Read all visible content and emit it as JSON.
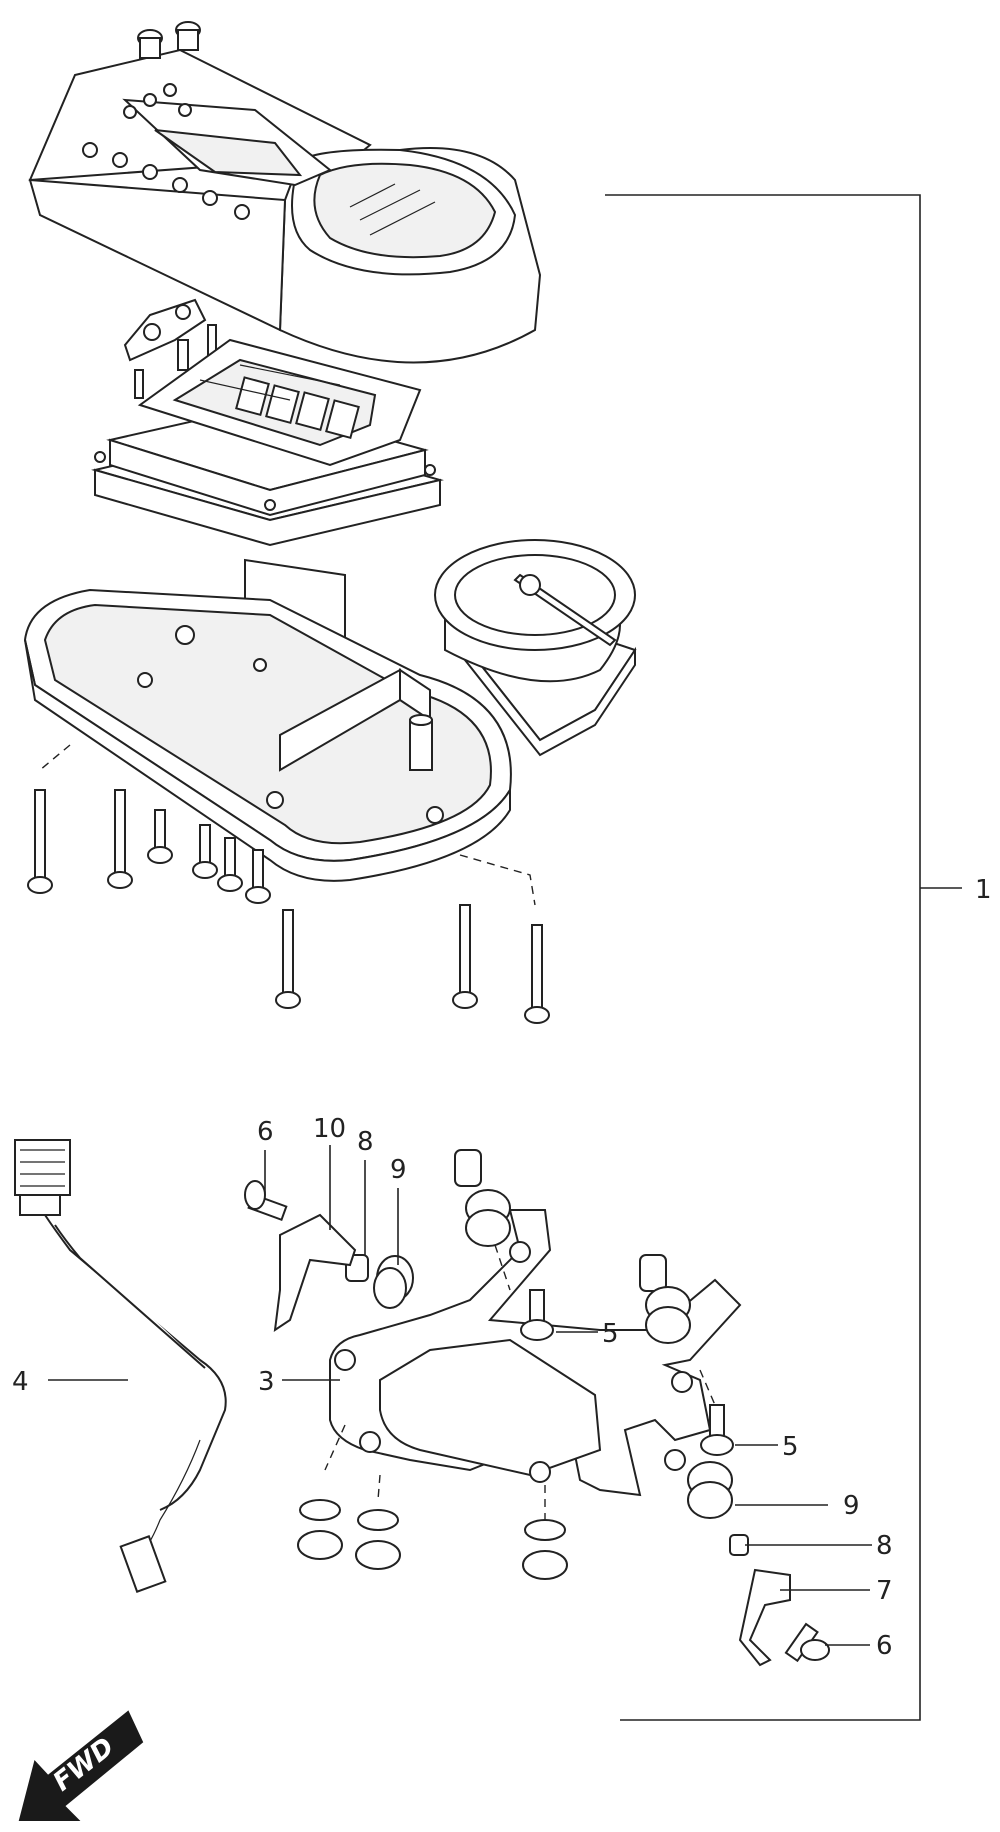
{
  "callouts": {
    "c1": "1",
    "c3": "3",
    "c4": "4",
    "c5a": "5",
    "c5b": "5",
    "c6a": "6",
    "c6b": "6",
    "c7": "7",
    "c8a": "8",
    "c8b": "8",
    "c9a": "9",
    "c9b": "9",
    "c10": "10"
  },
  "fwd_label": "FWD"
}
